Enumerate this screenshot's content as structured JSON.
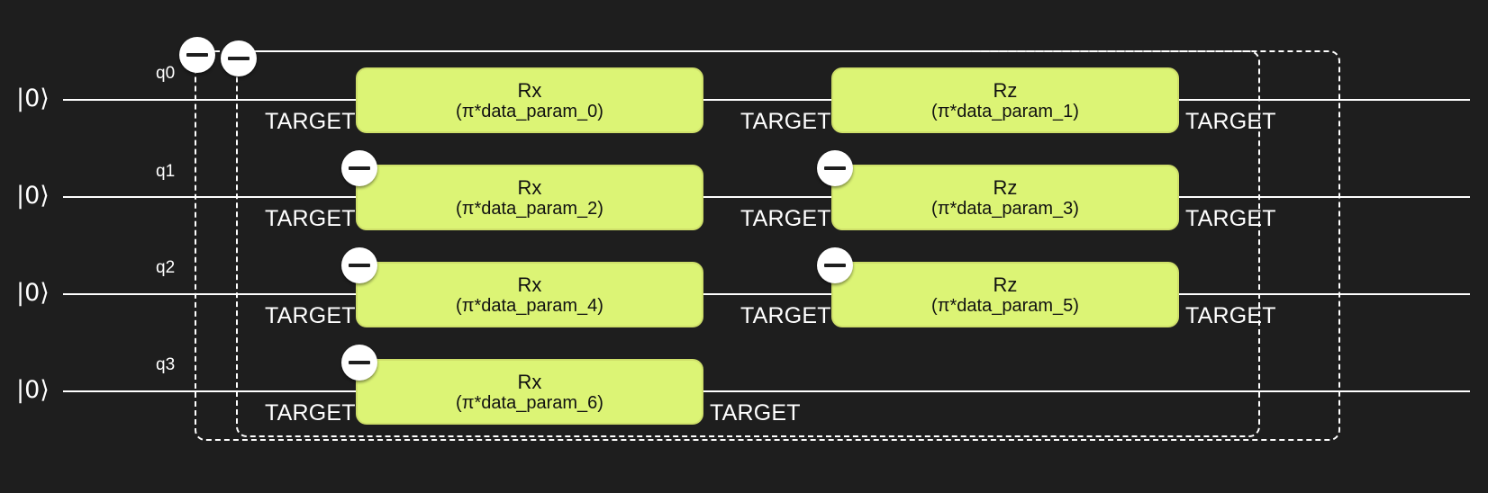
{
  "qubits": [
    {
      "name": "q0",
      "init": "|0⟩"
    },
    {
      "name": "q1",
      "init": "|0⟩"
    },
    {
      "name": "q2",
      "init": "|0⟩"
    },
    {
      "name": "q3",
      "init": "|0⟩"
    }
  ],
  "gates": [
    {
      "name": "Rx",
      "param": "(π*data_param_0)",
      "qubit": "q0"
    },
    {
      "name": "Rz",
      "param": "(π*data_param_1)",
      "qubit": "q0"
    },
    {
      "name": "Rx",
      "param": "(π*data_param_2)",
      "qubit": "q1"
    },
    {
      "name": "Rz",
      "param": "(π*data_param_3)",
      "qubit": "q1"
    },
    {
      "name": "Rx",
      "param": "(π*data_param_4)",
      "qubit": "q2"
    },
    {
      "name": "Rz",
      "param": "(π*data_param_5)",
      "qubit": "q2"
    },
    {
      "name": "Rx",
      "param": "(π*data_param_6)",
      "qubit": "q3"
    }
  ],
  "target_label": "TARGET",
  "colors": {
    "background": "#1e1e1e",
    "wire": "#ffffff",
    "gate_fill": "#dcf475"
  },
  "icons": {
    "collapse": "minus-circle-icon"
  }
}
